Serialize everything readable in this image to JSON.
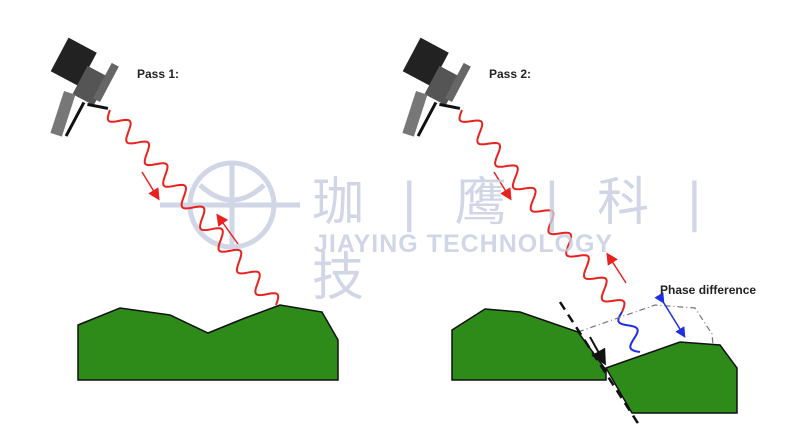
{
  "labels": {
    "pass1": "Pass 1:",
    "pass2": "Pass 2:",
    "phase_difference": "Phase difference"
  },
  "watermark": {
    "chinese": "珈 | 鹰 | 科 | 技",
    "english": "JIAYING TECHNOLOGY"
  },
  "colors": {
    "terrain": "#2e8b1a",
    "wave": "#e8231f",
    "phase_wave": "#1d2fe0",
    "watermark": "#c5cde0"
  }
}
